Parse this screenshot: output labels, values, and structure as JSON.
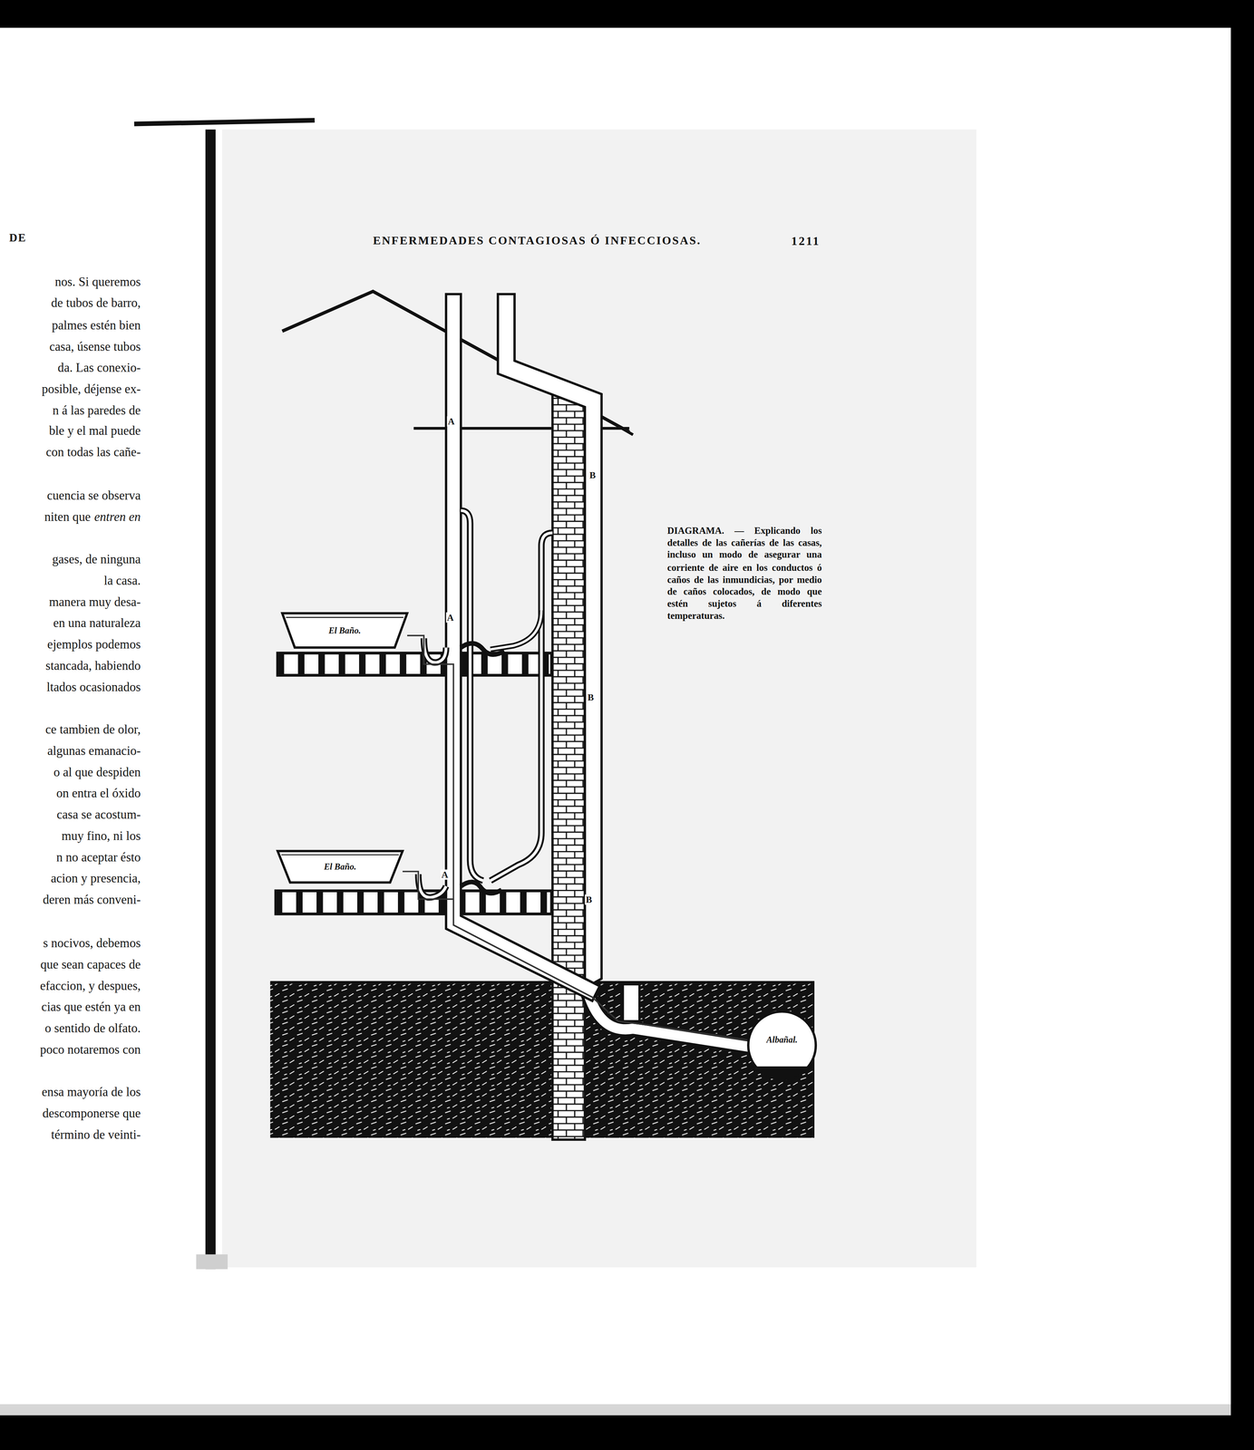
{
  "diagram": {
    "caption": "DIAGRAMA. — Explicando los detalles de las cañerías de las casas, incluso un modo de asegurar una corriente de aire en los conductos ó caños de las inmundicias, por medio de caños colocados, de modo que estén sujetos á diferentes temperaturas.",
    "nodes": [
      {
        "text": [
          "El Baño."
        ]
      },
      {
        "text": [
          "El Baño."
        ]
      },
      {
        "text": [
          "Albañal."
        ]
      }
    ],
    "edges": [
      {
        "from": 0,
        "to": 2,
        "arrow": "none"
      },
      {
        "from": 1,
        "to": 2,
        "arrow": "none"
      }
    ],
    "labels": [
      "DE",
      "nos. Si queremos",
      "de tubos de barro,",
      "palmes estén bien",
      "casa, úsense tubos",
      "da. Las conexio-",
      "posible, déjense ex-",
      "n á las paredes de",
      "ble y el mal puede",
      "con todas las cañe-",
      "cuencia se observa",
      "niten que",
      "entren en",
      "gases, de ninguna",
      "la casa.",
      "manera muy desa-",
      "en una naturaleza",
      "ejemplos podemos",
      "stancada, habiendo",
      "ltados ocasionados",
      "ce tambien de olor,",
      "algunas emanacio-",
      "o al que despiden",
      "on entra el óxido",
      "casa se acostum-",
      "muy fino, ni los",
      "n no aceptar ésto",
      "acion y presencia,",
      "deren más conveni-",
      "s nocivos, debemos",
      "que sean capaces de",
      "efaccion, y despues,",
      "cias que estén ya en",
      "o sentido de olfato.",
      "poco notaremos con",
      "ensa mayoría de los",
      "descomponerse que",
      "término de veinti-",
      "ENFERMEDADES CONTAGIOSAS Ó INFECCIOSAS.",
      "1211",
      "A",
      "A",
      "A",
      "B",
      "B",
      "B"
    ]
  }
}
